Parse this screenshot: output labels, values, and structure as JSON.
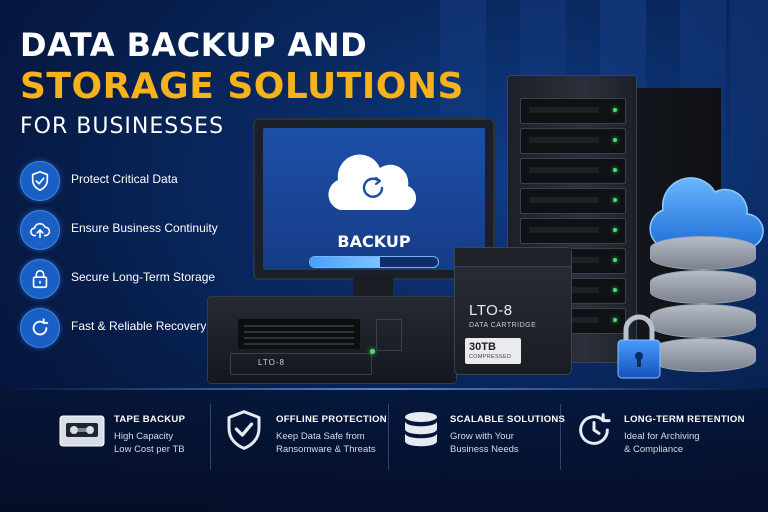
{
  "headline": {
    "line1": "DATA BACKUP AND",
    "line2": "STORAGE SOLUTIONS",
    "line3": "FOR BUSINESSES"
  },
  "colors": {
    "accent": "#f6b21a",
    "primary": "#1a5fc4",
    "background": "#061a44",
    "led": "#3fe56a"
  },
  "features": [
    {
      "label": "Protect Critical Data",
      "icon": "shield-check-icon"
    },
    {
      "label": "Ensure Business Continuity",
      "icon": "cloud-upload-icon"
    },
    {
      "label": "Secure Long-Term Storage",
      "icon": "padlock-icon"
    },
    {
      "label": "Fast & Reliable Recovery",
      "icon": "refresh-icon"
    }
  ],
  "monitor": {
    "screen_text": "BACKUP",
    "progress": 0.55
  },
  "drive": {
    "label": "LTO-8"
  },
  "cartridge": {
    "title": "LTO-8",
    "subtitle": "DATA CARTRIDGE",
    "capacity": "30TB",
    "capacity_note": "COMPRESSED"
  },
  "bottom_features": [
    {
      "title": "TAPE BACKUP",
      "desc1": "High Capacity",
      "desc2": "Low Cost per TB",
      "icon": "tape-icon"
    },
    {
      "title": "OFFLINE PROTECTION",
      "desc1": "Keep Data Safe from",
      "desc2": "Ransomware & Threats",
      "icon": "shield-check-icon"
    },
    {
      "title": "SCALABLE SOLUTIONS",
      "desc1": "Grow with Your",
      "desc2": "Business Needs",
      "icon": "database-icon"
    },
    {
      "title": "LONG-TERM RETENTION",
      "desc1": "Ideal for Archiving",
      "desc2": "& Compliance",
      "icon": "clock-icon"
    }
  ]
}
